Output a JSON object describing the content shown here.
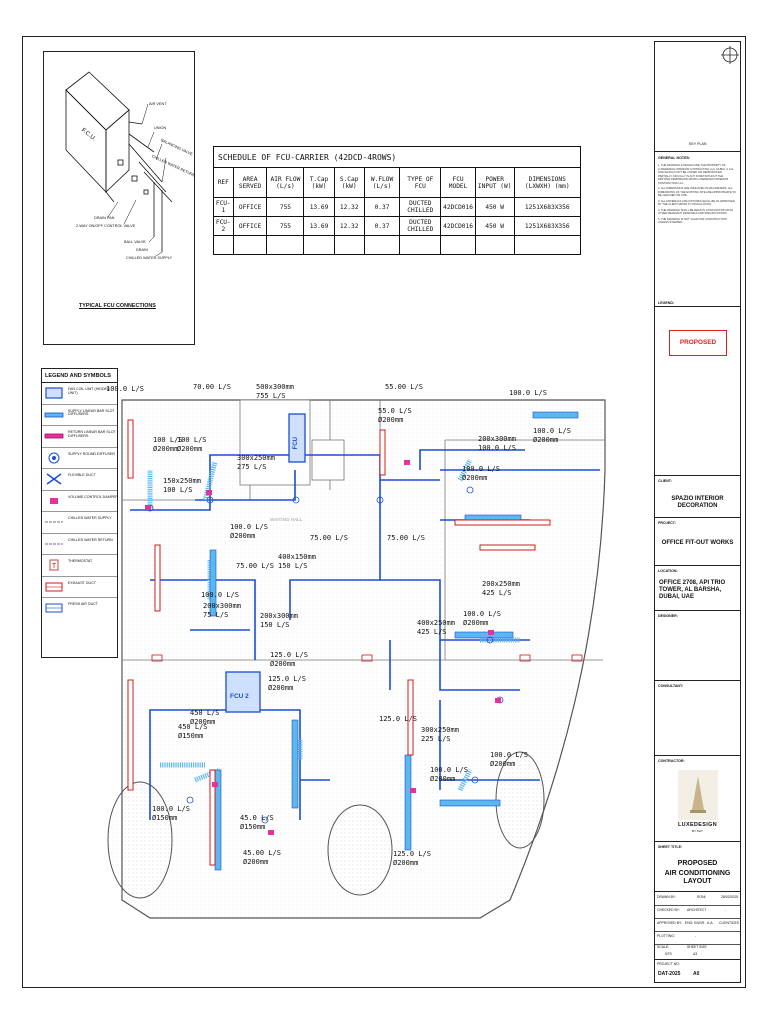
{
  "fcu_detail": {
    "title": "TYPICAL FCU CONNECTIONS",
    "fcu_label": "F.C.U.",
    "callouts": [
      "AIR VENT",
      "UNION",
      "BALANCING VALVE",
      "CHILLED WATER RETURN",
      "DRAIN PAN",
      "2-WAY ON/OFF CONTROL VALVE",
      "BALL VALVE",
      "DRAIN",
      "CHILLED WATER SUPPLY"
    ]
  },
  "schedule": {
    "title": "SCHEDULE OF FCU-CARRIER (42DCD-4ROWS)",
    "headers": [
      "REF",
      "AREA SERVED",
      "AIR FLOW (L/s)",
      "T.Cap (kW)",
      "S.Cap (kW)",
      "W.FLOW (L/s)",
      "TYPE OF FCU",
      "FCU MODEL",
      "POWER INPUT (W)",
      "DIMENSIONS (LXWXH) (mm)"
    ],
    "rows": [
      [
        "FCU-1",
        "OFFICE",
        "755",
        "13.69",
        "12.32",
        "0.37",
        "DUCTED CHILLED",
        "42DCD016",
        "450 W",
        "1251X683X356"
      ],
      [
        "FCU-2",
        "OFFICE",
        "755",
        "13.69",
        "12.32",
        "0.37",
        "DUCTED CHILLED",
        "42DCD016",
        "450 W",
        "1251X683X356"
      ]
    ]
  },
  "legend": {
    "title": "LEGEND AND SYMBOLS",
    "items": [
      "FAN COIL UNIT (HIDDEN UNIT)",
      "SUPPLY LINEAR BAR SLOT DIFFUSERS",
      "RETURN LINEAR BAR SLOT DIFFUSERS",
      "SUPPLY ROUND DIFFUSER",
      "FLEXIBLE DUCT",
      "VOLUME CONTROL DAMPER",
      "CHILLED WATER SUPPLY",
      "CHILLED WATER RETURN",
      "THERMOSTAT",
      "EXHAUST DUCT",
      "FRESH AIR DUCT"
    ]
  },
  "plan": {
    "room_label": "WAITING HALL",
    "fcu_labels": [
      "FCU",
      "FCU 2"
    ],
    "annotations": [
      {
        "lines": [
          "100.0 L/S"
        ]
      },
      {
        "lines": [
          "70.00 L/S"
        ]
      },
      {
        "lines": [
          "500x300mm",
          "755 L/S"
        ]
      },
      {
        "lines": [
          "55.00 L/S"
        ]
      },
      {
        "lines": [
          "100.0 L/S"
        ]
      },
      {
        "lines": [
          "55.0 L/S",
          "Ø200mm"
        ]
      },
      {
        "lines": [
          "100.0 L/S",
          "Ø200mm"
        ]
      },
      {
        "lines": [
          "100 L/S",
          "Ø200mm"
        ]
      },
      {
        "lines": [
          "100 L/S",
          "Ø200mm"
        ]
      },
      {
        "lines": [
          "300x250mm",
          "275 L/S"
        ]
      },
      {
        "lines": [
          "200x300mm",
          "100.0 L/S"
        ]
      },
      {
        "lines": [
          "150x250mm",
          "100 L/S"
        ]
      },
      {
        "lines": [
          "100.0 L/S",
          "Ø200mm"
        ]
      },
      {
        "lines": [
          "100.0 L/S",
          "Ø200mm"
        ]
      },
      {
        "lines": [
          "75.00 L/S"
        ]
      },
      {
        "lines": [
          "75.00 L/S"
        ]
      },
      {
        "lines": [
          "75.00 L/S"
        ]
      },
      {
        "lines": [
          "400x150mm",
          "150 L/S"
        ]
      },
      {
        "lines": [
          "200x250mm",
          "425 L/S"
        ]
      },
      {
        "lines": [
          "100.0 L/S"
        ]
      },
      {
        "lines": [
          "200x300mm",
          "75 L/S"
        ]
      },
      {
        "lines": [
          "200x300mm",
          "150 L/S"
        ]
      },
      {
        "lines": [
          "400x250mm",
          "425 L/S"
        ]
      },
      {
        "lines": [
          "100.0 L/S",
          "Ø200mm"
        ]
      },
      {
        "lines": [
          "125.0 L/S",
          "Ø200mm"
        ]
      },
      {
        "lines": [
          "125.0 L/S",
          "Ø200mm"
        ]
      },
      {
        "lines": [
          "450 L/S",
          "Ø150mm"
        ]
      },
      {
        "lines": [
          "450 L/S",
          "Ø200mm"
        ]
      },
      {
        "lines": [
          "125.0 L/S"
        ]
      },
      {
        "lines": [
          "300x250mm",
          "225 L/S"
        ]
      },
      {
        "lines": [
          "100.0 L/S",
          "Ø200mm"
        ]
      },
      {
        "lines": [
          "100.0 L/S",
          "Ø200mm"
        ]
      },
      {
        "lines": [
          "100.0 L/S",
          "Ø150mm"
        ]
      },
      {
        "lines": [
          "45.0 L/S",
          "Ø150mm"
        ]
      },
      {
        "lines": [
          "45.00 L/S",
          "Ø200mm"
        ]
      },
      {
        "lines": [
          "125.0 L/S",
          "Ø200mm"
        ]
      }
    ]
  },
  "title_block": {
    "key_plan": "KEY PLAN",
    "general_notes": "GENERAL NOTES:",
    "notes": [
      "1. THE DRAWING & DESIGN ARE THE PROPERTY OF LUXEDESIGN INTERIOR CONTRACTING LLC, DUBAI, U.A.E. AND SHOULD NOT BE COPIED OR REPRODUCED PARTIALLY OR FULLY IN ANY FORM WITHOUT THE WRITTEN PERMISSION FROM LUXEDESIGN INTERIOR CONTRACTING LLC.",
      "2. ALL DIMENSIONS ARE INDICATED IN MILLIMETERS. ALL DIMENSIONS OF THE EXISTING SITE ARE APPROXIMATE TO BE CHECKED ON SITE.",
      "3. ALL MATERIALS AND FIXTURES SHALL BE AS APPROVED BY THE CLIENT PRIOR TO INSTALLATION.",
      "4. THE DRAWING SHALL BE READ IN CONJUNCTION WITH OTHER RELEVANT DRAWINGS AND SPECIFICATIONS.",
      "5. THE DRAWING IS NOT VALID FOR CONSTRUCTION UNLESS STAMPED."
    ],
    "legend_label": "LEGEND:",
    "stamp": "PROPOSED",
    "client_label": "CLIENT:",
    "client": "SPAZIO INTERIOR DECORATION",
    "project_label": "PROJECT:",
    "project": "OFFICE FIT-OUT WORKS",
    "location_label": "LOCATION:",
    "location": "OFFICE 2708, API TRIO TOWER, AL BARSHA, DUBAI, UAE",
    "designer_label": "DESIGNER:",
    "consultant_label": "CONSULTANT:",
    "contractor_label": "CONTRACTOR:",
    "logo_text": "LUXEDESIGN",
    "logo_sub": "BY SHY",
    "sheet_title_label": "SHEET TITLE:",
    "sheet_title": [
      "PROPOSED",
      "AIR CONDITIONING LAYOUT"
    ],
    "rows": [
      {
        "label": "DRAWN BY:",
        "a": "RONI",
        "b": "DATE",
        "c": "28/02/2025"
      },
      {
        "label": "CHECKED BY:",
        "a": "ARCHITECT",
        "b": "",
        "c": "-"
      },
      {
        "label": "APPROVED BY:",
        "a": "ENG. ENGR.",
        "b": "A.A.",
        "c": "CLIENT/DES"
      },
      {
        "label": "PLOTTING:",
        "a": "-",
        "b": "",
        "c": ""
      },
      {
        "label": "SCALE:",
        "a": "NTS",
        "b": "SHEET SIZE",
        "c": "A3"
      }
    ],
    "project_no_label": "PROJECT NO:",
    "project_no": "DAT-2025",
    "rev": "A0"
  }
}
